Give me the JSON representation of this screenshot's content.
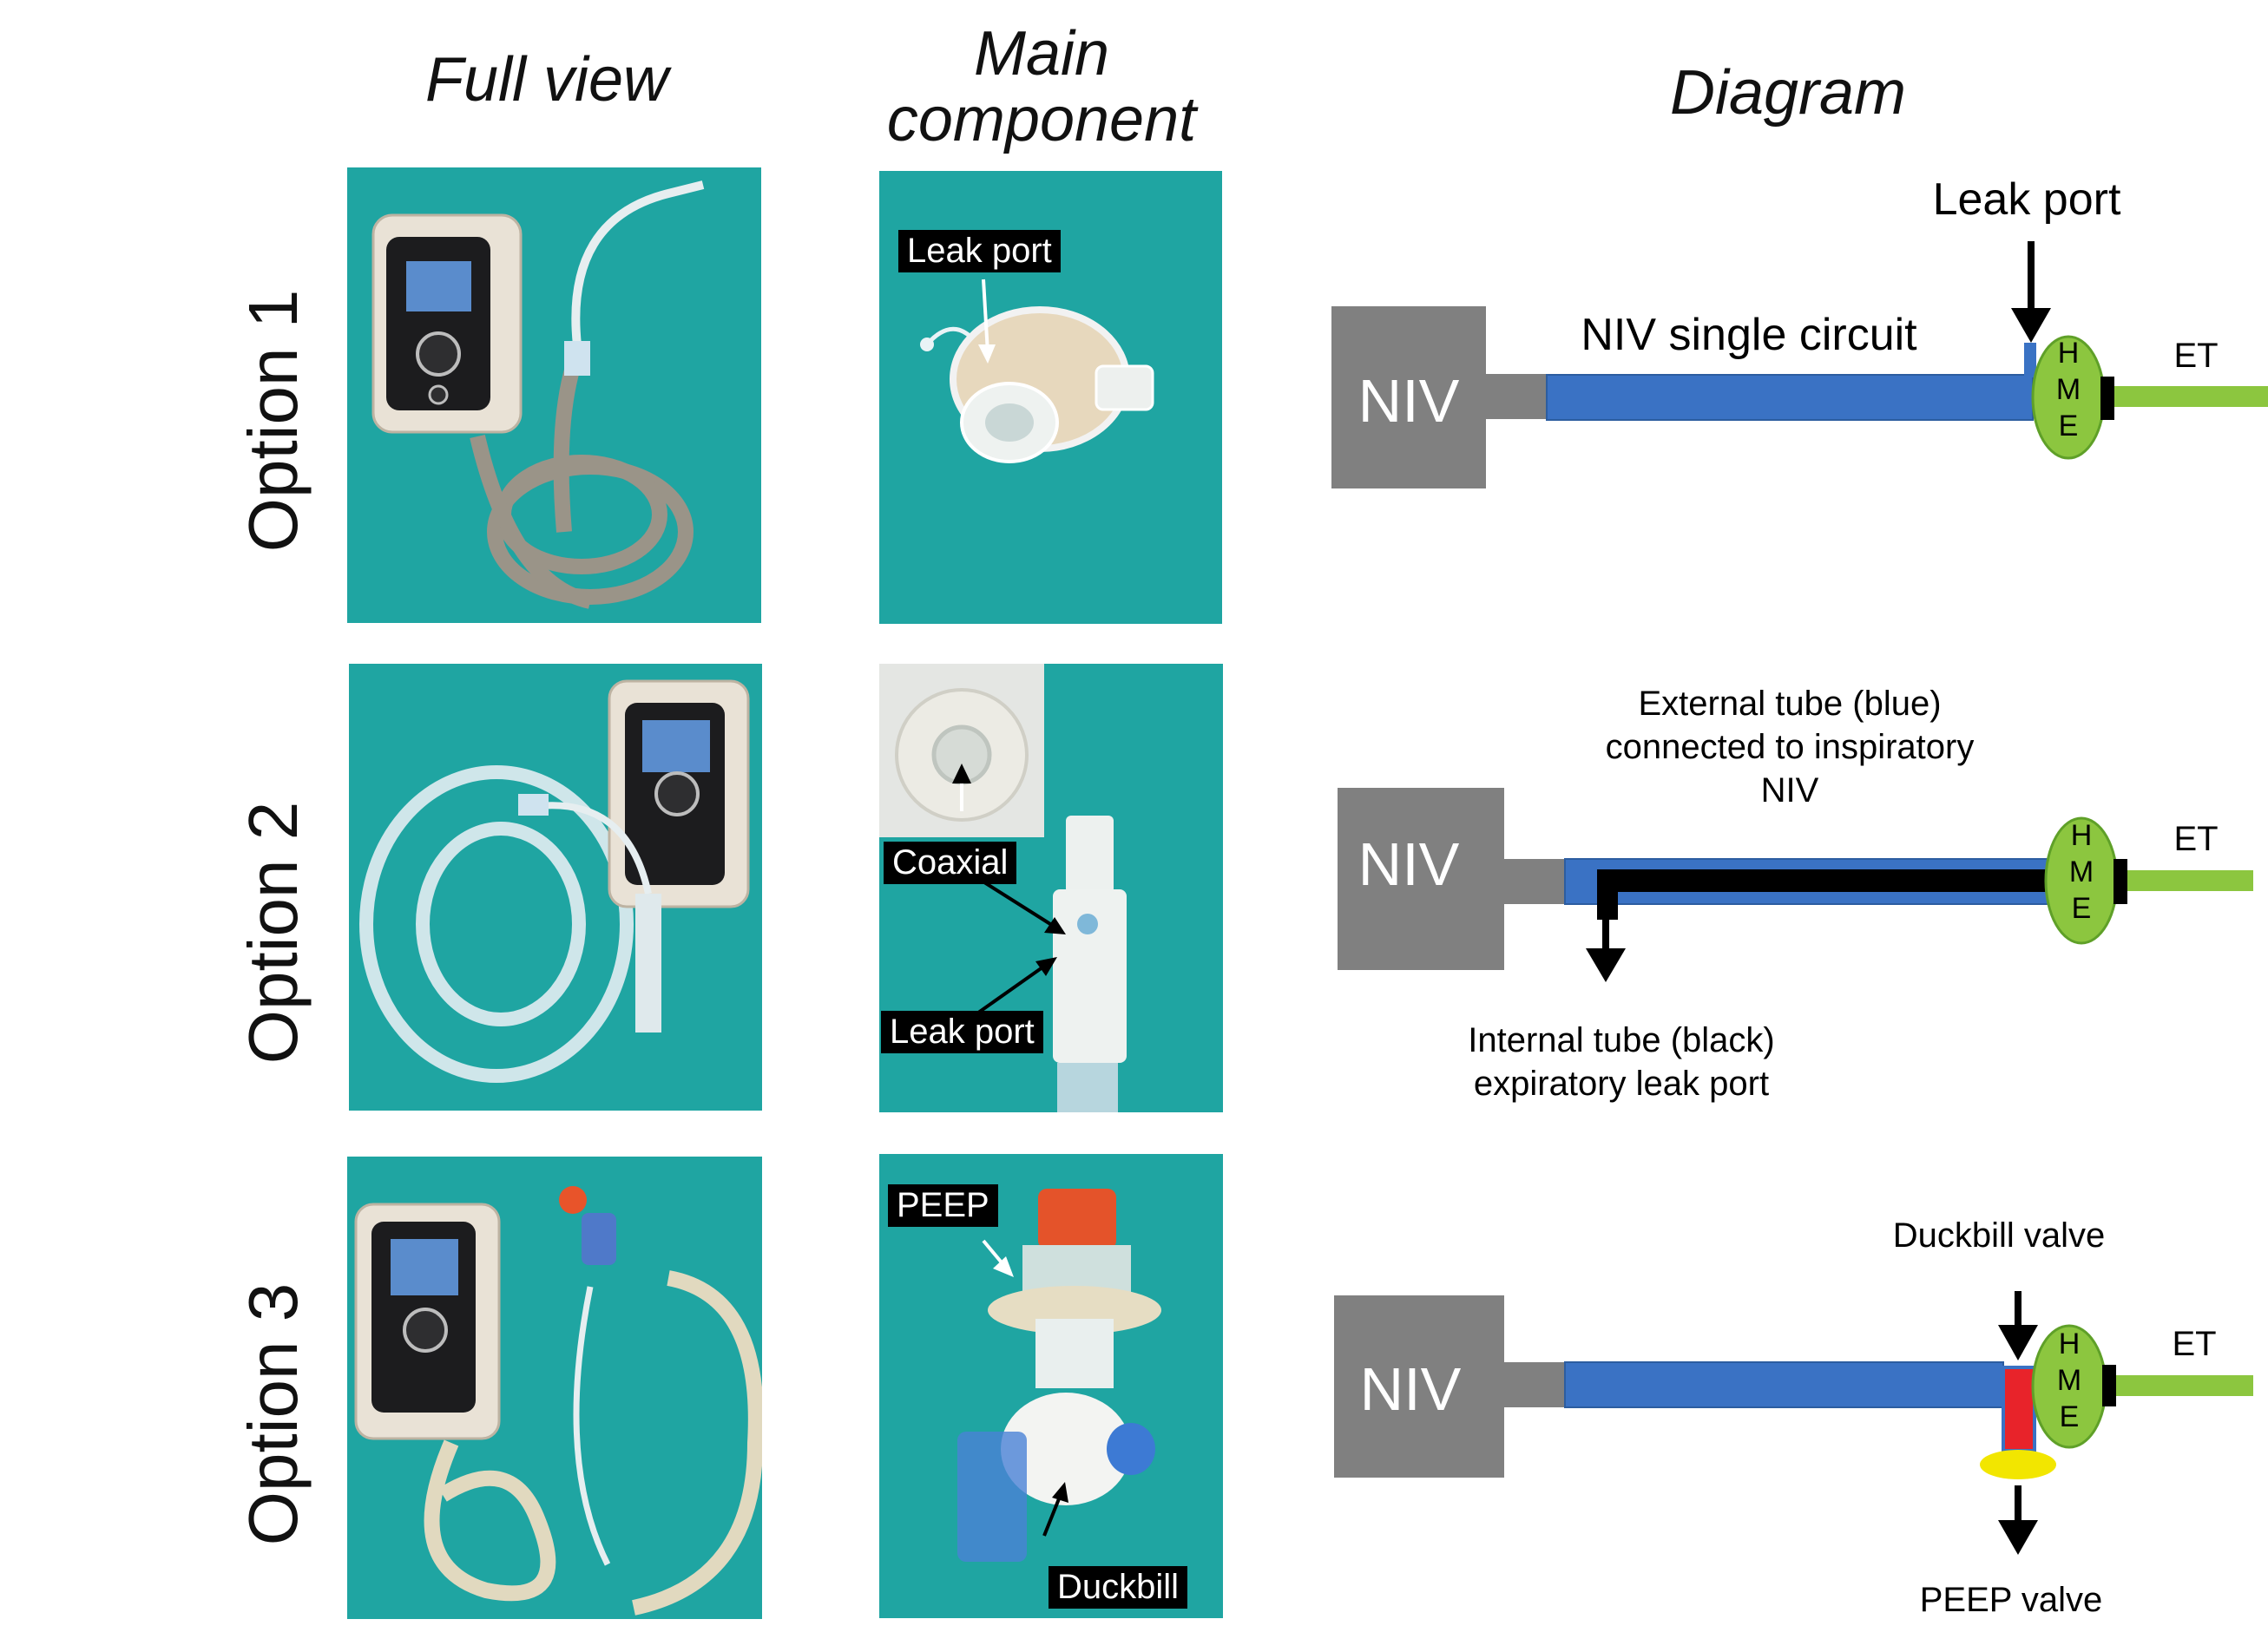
{
  "headers": {
    "full_view": "Full view",
    "main_component_line1": "Main",
    "main_component_line2": "component",
    "diagram": "Diagram"
  },
  "rows": [
    {
      "label": "Option 1",
      "photo_labels": [
        "Leak port"
      ],
      "diagram": {
        "niv": "NIV",
        "circuit": "NIV single circuit",
        "leak_port": "Leak port",
        "hme": [
          "H",
          "M",
          "E"
        ],
        "et": "ET"
      }
    },
    {
      "label": "Option 2",
      "photo_labels": [
        "Coaxial",
        "Leak port"
      ],
      "diagram": {
        "niv": "NIV",
        "external": [
          "External tube (blue)",
          "connected to inspiratory",
          "NIV"
        ],
        "internal": [
          "Internal tube (black)",
          "expiratory leak port"
        ],
        "hme": [
          "H",
          "M",
          "E"
        ],
        "et": "ET"
      }
    },
    {
      "label": "Option 3",
      "photo_labels": [
        "PEEP",
        "Duckbill"
      ],
      "diagram": {
        "niv": "NIV",
        "duckbill": "Duckbill valve",
        "peep": "PEEP valve",
        "hme": [
          "H",
          "M",
          "E"
        ],
        "et": "ET"
      }
    }
  ],
  "colors": {
    "niv_box": "#808080",
    "tube_blue": "#3a72c4",
    "hme_green": "#8cc63f",
    "et_green": "#8cc63f",
    "duckbill_red": "#e8232a",
    "peep_yellow": "#f2e600",
    "photo_bg": "#1fa5a2"
  }
}
